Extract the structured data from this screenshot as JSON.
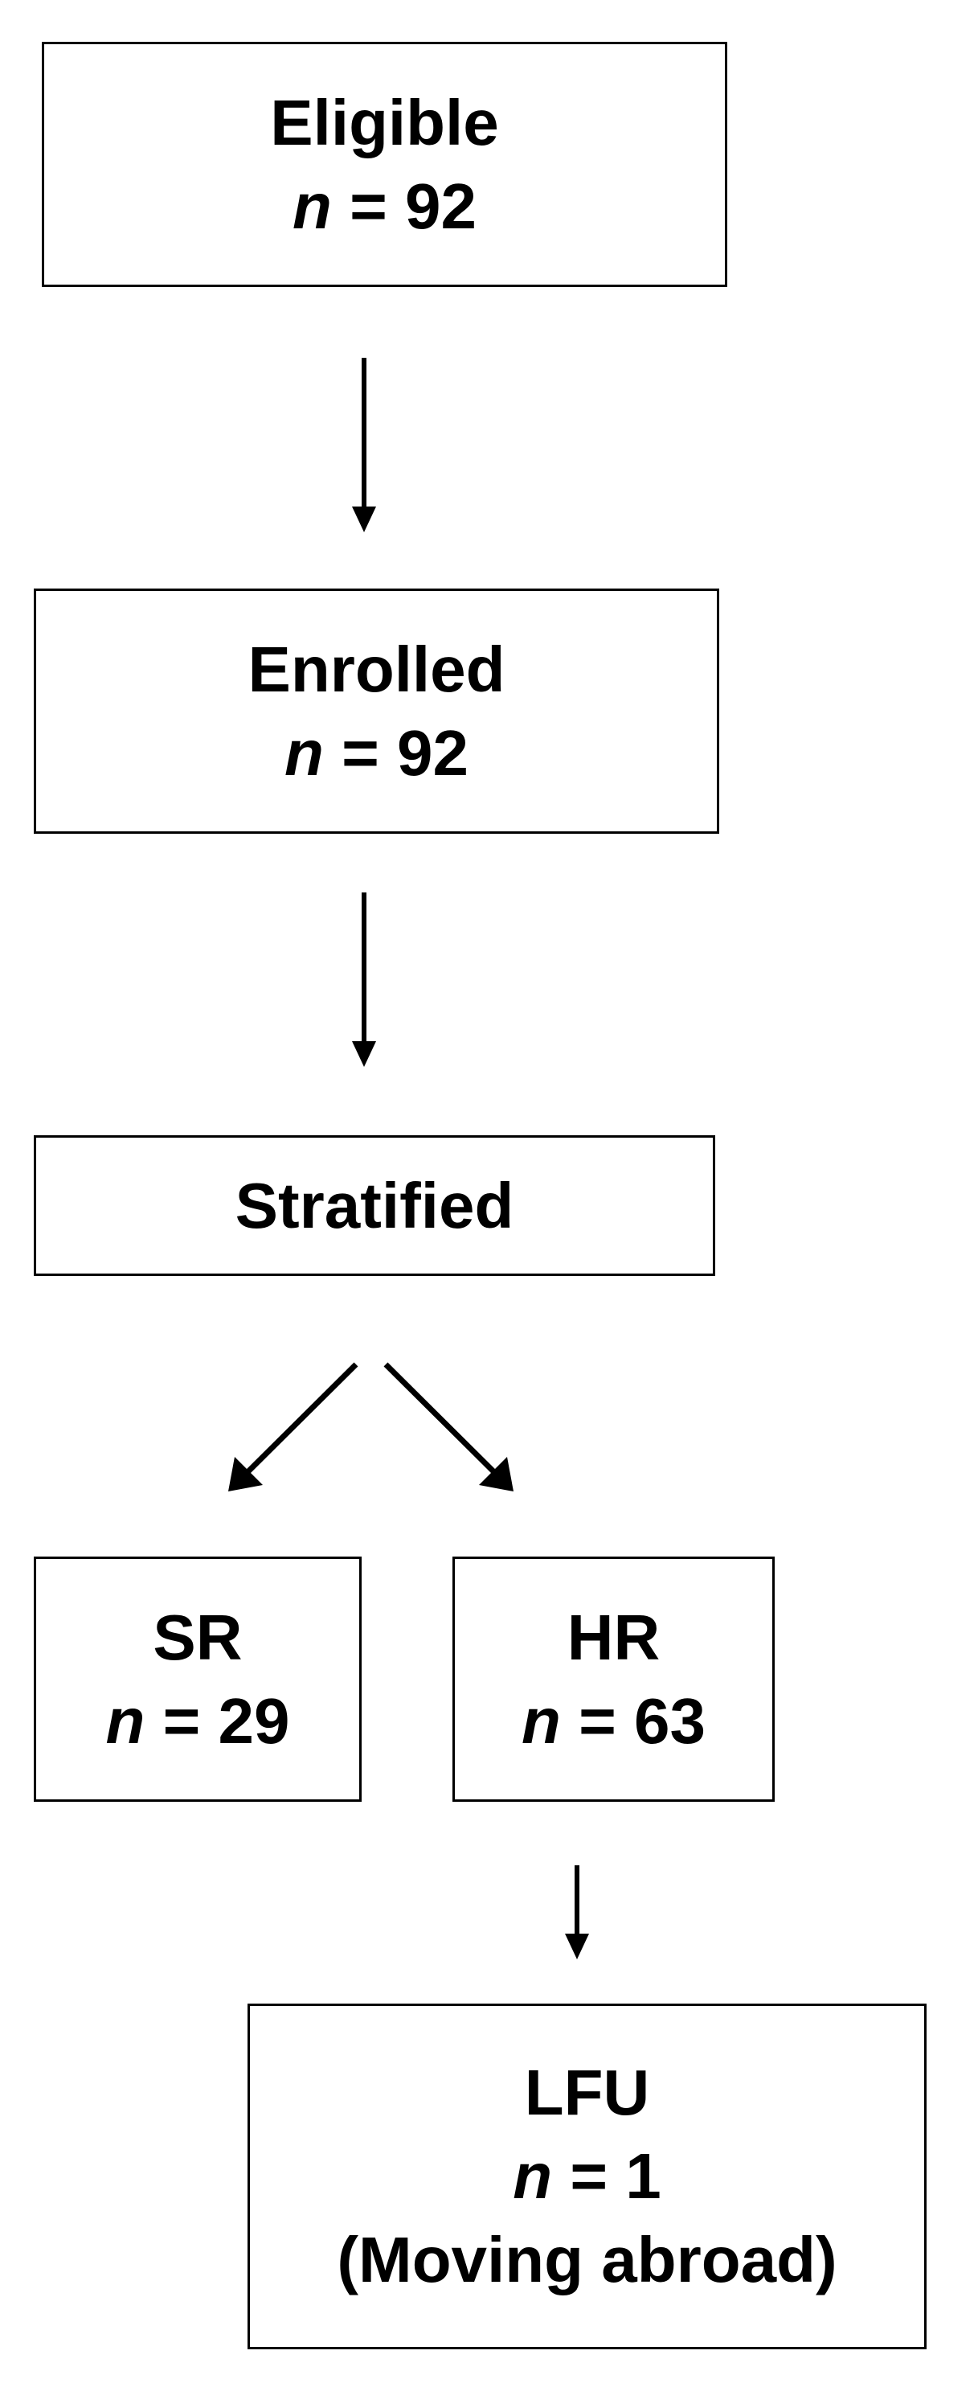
{
  "diagram": {
    "boxes": {
      "eligible": {
        "title": "Eligible",
        "n_var": "n",
        "n_rest": " = 92"
      },
      "enrolled": {
        "title": "Enrolled",
        "n_var": "n",
        "n_rest": " = 92"
      },
      "stratified": {
        "title": "Stratified"
      },
      "sr": {
        "title": "SR",
        "n_var": "n",
        "n_rest": " = 29"
      },
      "hr": {
        "title": "HR",
        "n_var": "n",
        "n_rest": " = 63"
      },
      "lfu": {
        "title": "LFU",
        "n_var": "n",
        "n_rest": " = 1",
        "note": "(Moving abroad)"
      }
    },
    "edges": [
      {
        "from": "eligible",
        "to": "enrolled"
      },
      {
        "from": "enrolled",
        "to": "stratified"
      },
      {
        "from": "stratified",
        "to": "sr"
      },
      {
        "from": "stratified",
        "to": "hr"
      },
      {
        "from": "hr",
        "to": "lfu"
      }
    ],
    "colors": {
      "stroke": "#000000",
      "background": "#ffffff"
    }
  }
}
